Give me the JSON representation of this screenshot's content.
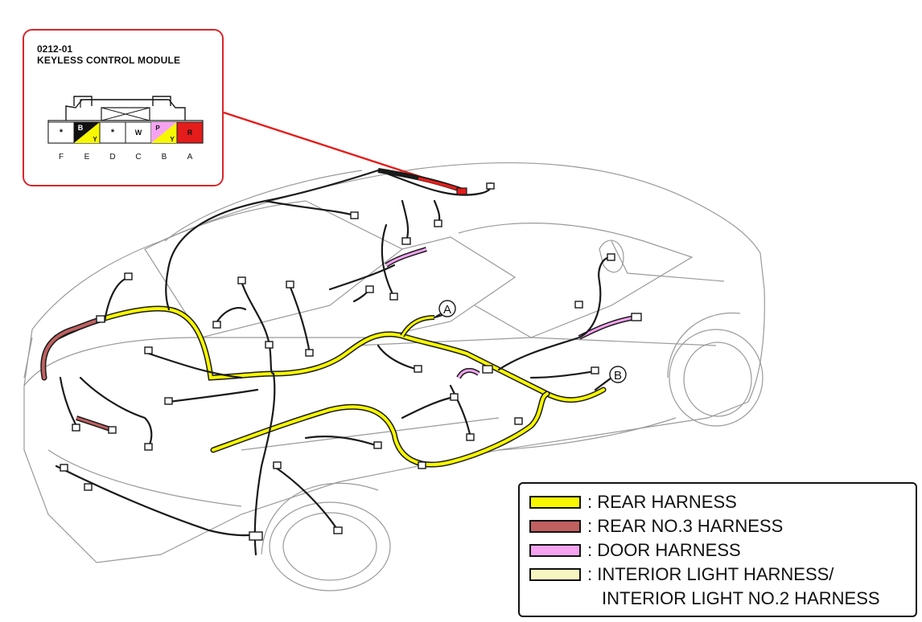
{
  "callout": {
    "code": "0212-01",
    "name": "KEYLESS CONTROL MODULE",
    "pins": [
      {
        "letter": "F",
        "label": "*"
      },
      {
        "letter": "E",
        "label": "B",
        "sub": "Y"
      },
      {
        "letter": "D",
        "label": "*"
      },
      {
        "letter": "C",
        "label": "W"
      },
      {
        "letter": "B",
        "label": "P",
        "sub": "Y"
      },
      {
        "letter": "A",
        "label": "R"
      }
    ]
  },
  "markers": {
    "a": "A",
    "b": "B"
  },
  "legend": {
    "items": [
      {
        "label": ": REAR HARNESS",
        "color": "#f7f700"
      },
      {
        "label": ": REAR NO.3 HARNESS",
        "color": "#c06060"
      },
      {
        "label": ": DOOR HARNESS",
        "color": "#f5a3f0"
      },
      {
        "label": ": INTERIOR LIGHT HARNESS/",
        "color": "#f8f6c0"
      }
    ],
    "continuation": "INTERIOR LIGHT NO.2 HARNESS"
  },
  "colors": {
    "rear_harness": "#f7f700",
    "rear_no3_harness": "#c06060",
    "door_harness": "#f5a3f0",
    "interior_light_harness": "#f8f6c0",
    "callout_border": "#d9262b",
    "pin_red": "#e51c1c"
  }
}
